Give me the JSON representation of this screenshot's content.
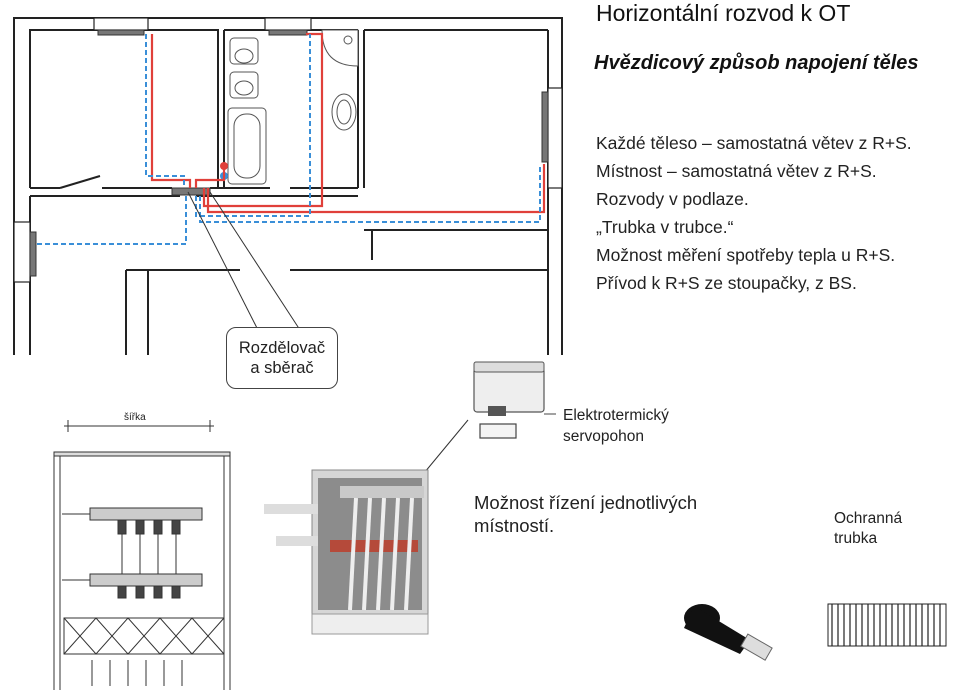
{
  "title": "Horizontální rozvod k OT",
  "subtitle": "Hvězdicový způsob napojení těles",
  "bullets": [
    "Každé těleso – samostatná větev z R+S.",
    "Místnost – samostatná větev z R+S.",
    "Rozvody v podlaze.",
    "„Trubka v trubce.“",
    "Možnost měření spotřeby tepla u R+S.",
    "Přívod k R+S ze stoupačky, z BS."
  ],
  "callouts": {
    "manifold_line1": "Rozdělovač",
    "manifold_line2": "a sběrač",
    "servo_line1": "Elektrotermický",
    "servo_line2": "servopohon",
    "control_line1": "Možnost řízení jednotlivých",
    "control_line2": "místností.",
    "tube_line1": "Ochranná",
    "tube_line2": "trubka",
    "dimension": "šířka"
  },
  "colors": {
    "supply_pipe": "#e0403a",
    "return_pipe": "#3a8fd8",
    "wall": "#222222",
    "radiator": "#777777"
  }
}
